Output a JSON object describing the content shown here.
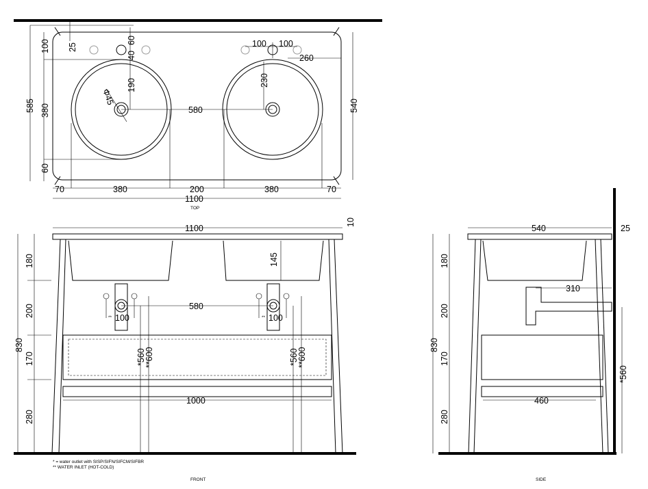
{
  "views": {
    "top": "TOP",
    "front": "FRONT",
    "side": "SIDE"
  },
  "top_dims": {
    "width_total": "1100",
    "depth_total": "585",
    "depth_basin": "540",
    "edge_100": "100",
    "wall_25": "25",
    "basin_380": "380",
    "edge_60": "60",
    "tap_60": "60",
    "tap_40": "40",
    "tap_190": "190",
    "drain_dia": "Φ45",
    "tap_100_left": "100",
    "tap_100_right": "100",
    "tap_260": "260",
    "tap_230": "230",
    "centers_580": "580",
    "left_70": "70",
    "basin1_380": "380",
    "gap_200": "200",
    "basin2_380": "380",
    "right_70": "70"
  },
  "front_dims": {
    "width_1100": "1100",
    "top_10": "10",
    "basin_145": "145",
    "centers_580": "580",
    "inlet_100_left": "100",
    "inlet_100_right": "100",
    "h_830": "830",
    "h_180": "180",
    "h_200": "200",
    "h_170": "170",
    "h_280": "280",
    "outlet_560_left": "*560",
    "inlet_600_left": "**600",
    "outlet_560_right": "*560",
    "inlet_600_right": "**600",
    "stretcher_1000": "1000",
    "star_left": "**",
    "star_right": "**"
  },
  "side_dims": {
    "depth_540": "540",
    "wall_25": "25",
    "trap_310": "310",
    "h_830": "830",
    "h_180": "180",
    "h_200": "200",
    "h_170": "170",
    "h_280": "280",
    "outlet_560": "*560",
    "stretcher_460": "460"
  },
  "notes": {
    "note_outlet": "* = water outlet with SISP/SIFN/SIFCM/SIFBR",
    "note_inlet": "** WATER INLET (HOT-COLD)"
  }
}
